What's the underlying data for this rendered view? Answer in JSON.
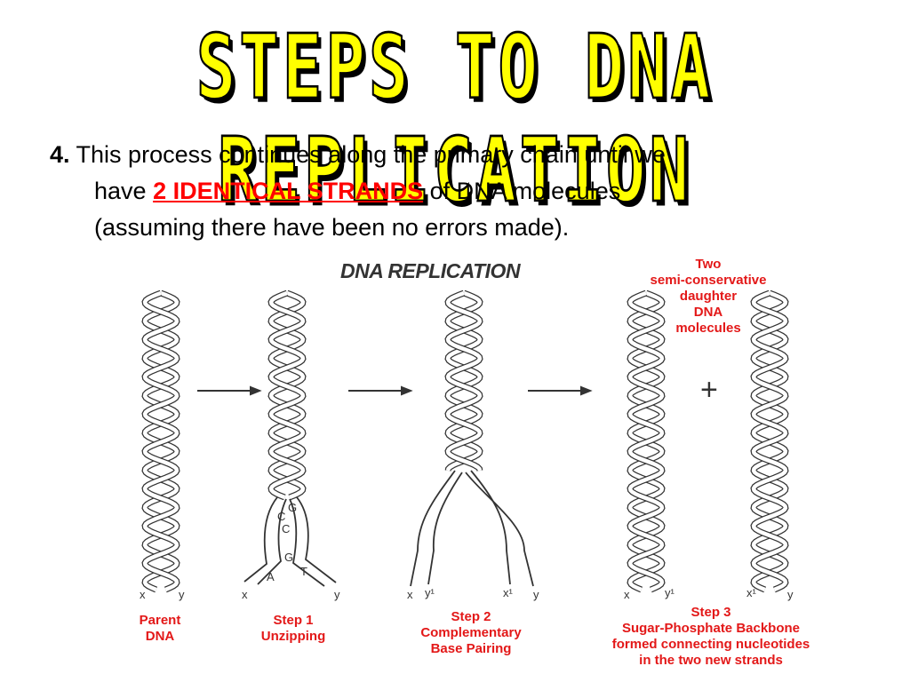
{
  "slide": {
    "title": "STEPS TO DNA REPLICATION",
    "step_number": "4.",
    "text_line1": "This process continues along the primary chain until we",
    "text_have": "have",
    "text_highlight": "2 IDENTICAL STRANDS",
    "text_after": "of DNA molecules",
    "text_line3": "(assuming there have been no errors made)."
  },
  "diagram": {
    "title": "DNA REPLICATION",
    "daughter_label": [
      "Two",
      "semi-conservative",
      "daughter",
      "DNA",
      "molecules"
    ],
    "plus": "+",
    "labels": {
      "parent": [
        "Parent",
        "DNA"
      ],
      "step1": [
        "Step 1",
        "Unzipping"
      ],
      "step2": [
        "Step 2",
        "Complementary",
        "Base Pairing"
      ],
      "step3": [
        "Step 3",
        "Sugar-Phosphate Backbone",
        "formed connecting nucleotides",
        "in the two new strands"
      ]
    },
    "strand_letters": {
      "x": "x",
      "y": "y",
      "y1": "y¹",
      "x1": "x¹",
      "bases": [
        "G",
        "C",
        "C",
        "G",
        "A",
        "T"
      ]
    },
    "colors": {
      "label_red": "#e31818",
      "title_yellow": "#ffff00"
    }
  }
}
